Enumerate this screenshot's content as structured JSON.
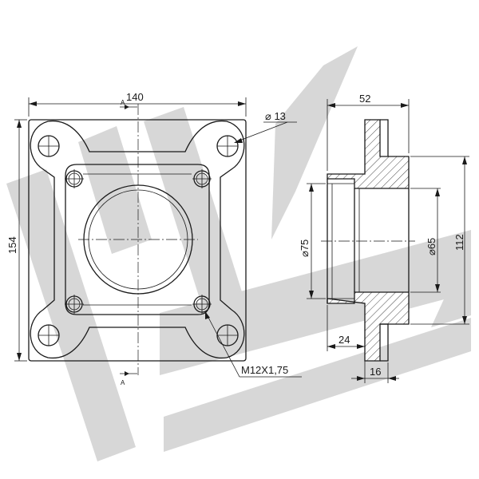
{
  "watermark": {
    "color": "#d7d7d7"
  },
  "front_view": {
    "width_label": "140",
    "height_label": "154",
    "hole_dia_label": "⌀ 13",
    "thread_label": "M12X1,75",
    "section_mark": "A"
  },
  "side_view": {
    "length_label": "52",
    "outer_dia_label": "⌀75",
    "inner_dia_label": "⌀65",
    "height_label": "112",
    "spigot_label": "24",
    "flange_label": "16"
  }
}
